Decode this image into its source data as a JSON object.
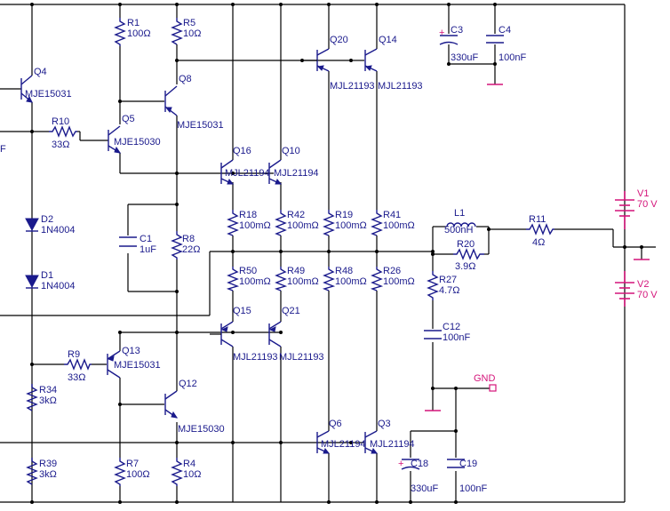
{
  "colors": {
    "wire": "#000000",
    "component": "#1a1a8c",
    "supply": "#d4147a"
  },
  "resistors": [
    {
      "ref": "R1",
      "value": "100Ω"
    },
    {
      "ref": "R5",
      "value": "10Ω"
    },
    {
      "ref": "R10",
      "value": "33Ω"
    },
    {
      "ref": "R8",
      "value": "22Ω"
    },
    {
      "ref": "R18",
      "value": "100mΩ"
    },
    {
      "ref": "R42",
      "value": "100mΩ"
    },
    {
      "ref": "R19",
      "value": "100mΩ"
    },
    {
      "ref": "R41",
      "value": "100mΩ"
    },
    {
      "ref": "R50",
      "value": "100mΩ"
    },
    {
      "ref": "R49",
      "value": "100mΩ"
    },
    {
      "ref": "R48",
      "value": "100mΩ"
    },
    {
      "ref": "R26",
      "value": "100mΩ"
    },
    {
      "ref": "R11",
      "value": "4Ω"
    },
    {
      "ref": "R20",
      "value": "3.9Ω"
    },
    {
      "ref": "R27",
      "value": "4.7Ω"
    },
    {
      "ref": "R9",
      "value": "33Ω"
    },
    {
      "ref": "R34",
      "value": "3kΩ"
    },
    {
      "ref": "R39",
      "value": "3kΩ"
    },
    {
      "ref": "R7",
      "value": "100Ω"
    },
    {
      "ref": "R4",
      "value": "10Ω"
    }
  ],
  "transistors": [
    {
      "ref": "Q4",
      "part": "MJE15031"
    },
    {
      "ref": "Q5",
      "part": "MJE15030"
    },
    {
      "ref": "Q8",
      "part": "MJE15031"
    },
    {
      "ref": "Q20",
      "part": "MJL21193"
    },
    {
      "ref": "Q14",
      "part": "MJL21193"
    },
    {
      "ref": "Q16",
      "part": "MJL21194"
    },
    {
      "ref": "Q10",
      "part": "MJL21194"
    },
    {
      "ref": "Q15",
      "part": "MJL21193"
    },
    {
      "ref": "Q21",
      "part": "MJL21193"
    },
    {
      "ref": "Q13",
      "part": "MJE15031"
    },
    {
      "ref": "Q12",
      "part": "MJE15030"
    },
    {
      "ref": "Q6",
      "part": "MJL21194"
    },
    {
      "ref": "Q3",
      "part": "MJL21194"
    }
  ],
  "capacitors": [
    {
      "ref": "C3",
      "value": "330uF"
    },
    {
      "ref": "C4",
      "value": "100nF"
    },
    {
      "ref": "C1",
      "value": "1uF"
    },
    {
      "ref": "C12",
      "value": "100nF"
    },
    {
      "ref": "C18",
      "value": "330uF"
    },
    {
      "ref": "C19",
      "value": "100nF"
    }
  ],
  "diodes": [
    {
      "ref": "D2",
      "part": "1N4004"
    },
    {
      "ref": "D1",
      "part": "1N4004"
    }
  ],
  "inductor": {
    "ref": "L1",
    "value": "500nH"
  },
  "sources": [
    {
      "ref": "V1",
      "value": "70 V"
    },
    {
      "ref": "V2",
      "value": "70 V"
    }
  ],
  "gnd_label": "GND",
  "polarity_mark": "+",
  "cut_label": "F"
}
